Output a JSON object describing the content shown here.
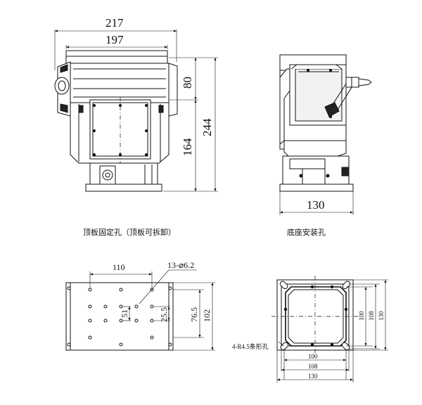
{
  "front_view": {
    "dim_overall_width": "217",
    "dim_top_width": "197",
    "dim_top_height": "80",
    "dim_lower_height": "164",
    "dim_total_height": "244"
  },
  "side_view": {
    "dim_base_width": "130"
  },
  "captions": {
    "top_plate": "顶板固定孔（顶板可拆卸）",
    "base": "底座安装孔"
  },
  "top_plate_view": {
    "dim_hole_span": "110",
    "hole_callout": "13-⌀6.2",
    "dim_51": "51",
    "dim_25_5": "25.5",
    "dim_76_5": "76.5",
    "dim_102": "102"
  },
  "base_view": {
    "slot_callout": "4-R4.5条形孔",
    "dim_h_100": "100",
    "dim_h_108": "108",
    "dim_h_130": "130",
    "dim_v_100": "100",
    "dim_v_108": "108",
    "dim_v_130": "130"
  }
}
